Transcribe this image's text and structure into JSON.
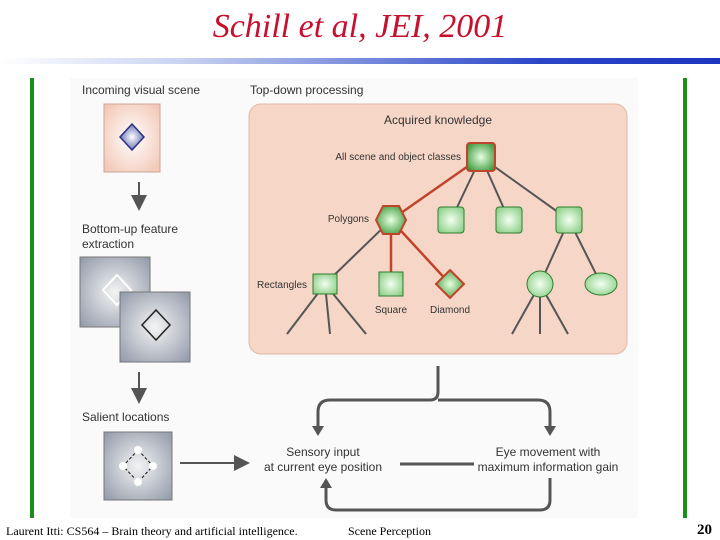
{
  "slide": {
    "title": "Schill et al, JEI, 2001",
    "footer_left": "Laurent Itti: CS564 – Brain theory and artificial intelligence.",
    "footer_center": "Scene Perception",
    "page_number": "20"
  },
  "diagram": {
    "incoming_label": "Incoming visual scene",
    "topdown_label": "Top-down processing",
    "acquired_label": "Acquired knowledge",
    "all_classes_label": "All scene and object classes",
    "polygons_label": "Polygons",
    "rectangles_label": "Rectangles",
    "square_label": "Square",
    "diamond_label": "Diamond",
    "bottomup_label_1": "Bottom-up feature",
    "bottomup_label_2": "extraction",
    "salient_label": "Salient locations",
    "sensory_label_1": "Sensory input",
    "sensory_label_2": "at current eye position",
    "eye_label_1": "Eye movement with",
    "eye_label_2": "maximum information gain"
  },
  "colors": {
    "title": "#c8102e",
    "green_bar": "#1a8f1a",
    "node_fill": "#a8dca0",
    "node_stroke": "#2f7d2f",
    "active_edge": "#c0442a",
    "edge": "#555555",
    "knowledge_bg": "#f6d6c6"
  }
}
